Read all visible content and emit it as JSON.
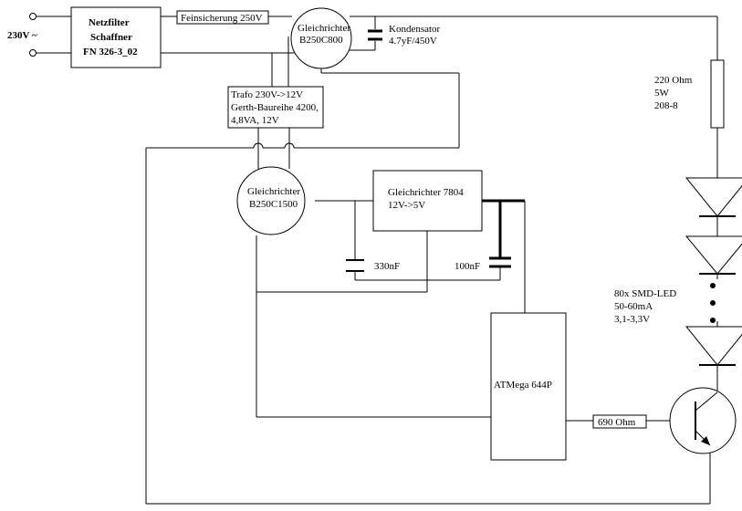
{
  "input": {
    "label": "230V ~"
  },
  "netzfilter": {
    "line1": "Netzfilter",
    "line2": "Schaffner",
    "line3": "FN 326-3_02"
  },
  "fuse": {
    "label": "Feinsicherung 250V"
  },
  "rectifier_main": {
    "line1": "Gleichrichter",
    "line2": "B250C800"
  },
  "capacitor_main": {
    "line1": "Kondensator",
    "line2": "4.7yF/450V"
  },
  "resistor_220": {
    "line1": "220 Ohm",
    "line2": "5W",
    "line3": "208-8"
  },
  "trafo": {
    "line1": "Trafo 230V->12V",
    "line2": "Gerth-Baureihe 4200,",
    "line3": "4,8VA, 12V"
  },
  "rectifier_low": {
    "line1": "Gleichrichter",
    "line2": "B250C1500"
  },
  "regulator": {
    "line1": "Gleichrichter 7804",
    "line2": "12V->5V"
  },
  "cap_330": {
    "label": "330nF"
  },
  "cap_100": {
    "label": "100nF"
  },
  "mcu": {
    "label": "ATMega 644P"
  },
  "resistor_690": {
    "label": "690 Ohm"
  },
  "leds": {
    "line1": "80x SMD-LED",
    "line2": "50-60mA",
    "line3": "3,1-3,3V"
  }
}
